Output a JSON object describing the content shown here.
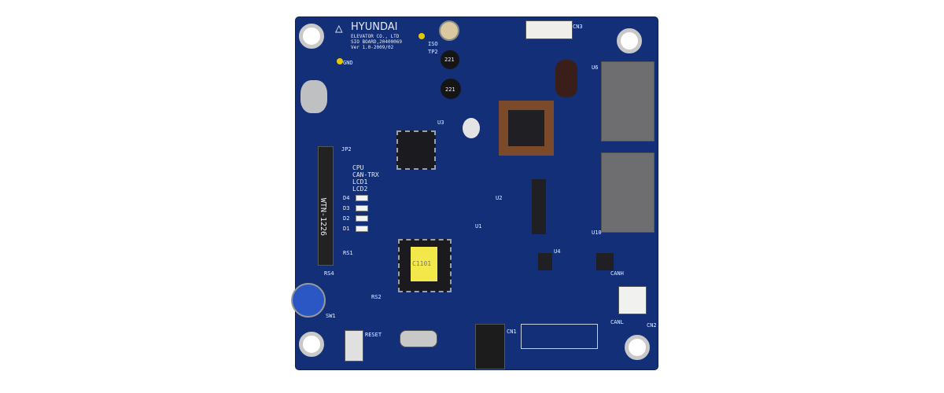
{
  "board": {
    "brand": "HYUNDAI",
    "company": "ELEVATOR CO., LTD",
    "board_name": "SIO BOARD,20400069",
    "version": "Ver 1.0-2009/02",
    "labels": {
      "cpu": "CPU",
      "can_trx": "CAN-TRX",
      "lcd1": "LCD1",
      "lcd2": "LCD2",
      "d4": "D4",
      "d3": "D3",
      "d2": "D2",
      "d1": "D1",
      "jp2": "JP2",
      "model": "WTN-1226",
      "reset": "RESET",
      "sw1": "SW1",
      "cn1": "CN1",
      "cn2": "CN2",
      "cn3": "CN3",
      "canh": "CANH",
      "canl": "CANL",
      "u1": "U1",
      "u2": "U2",
      "u3": "U3",
      "u4": "U4",
      "u6": "U6",
      "u10": "U10",
      "gnd": "GND",
      "iso": "ISO",
      "tp2": "TP2",
      "rs1": "RS1",
      "rs2": "RS2",
      "rs4": "RS4",
      "ind1": "221",
      "ind2": "221",
      "cpu_chip": "C1101"
    },
    "colors": {
      "pcb": "#132f78",
      "silkscreen": "#e8ecf5"
    }
  }
}
